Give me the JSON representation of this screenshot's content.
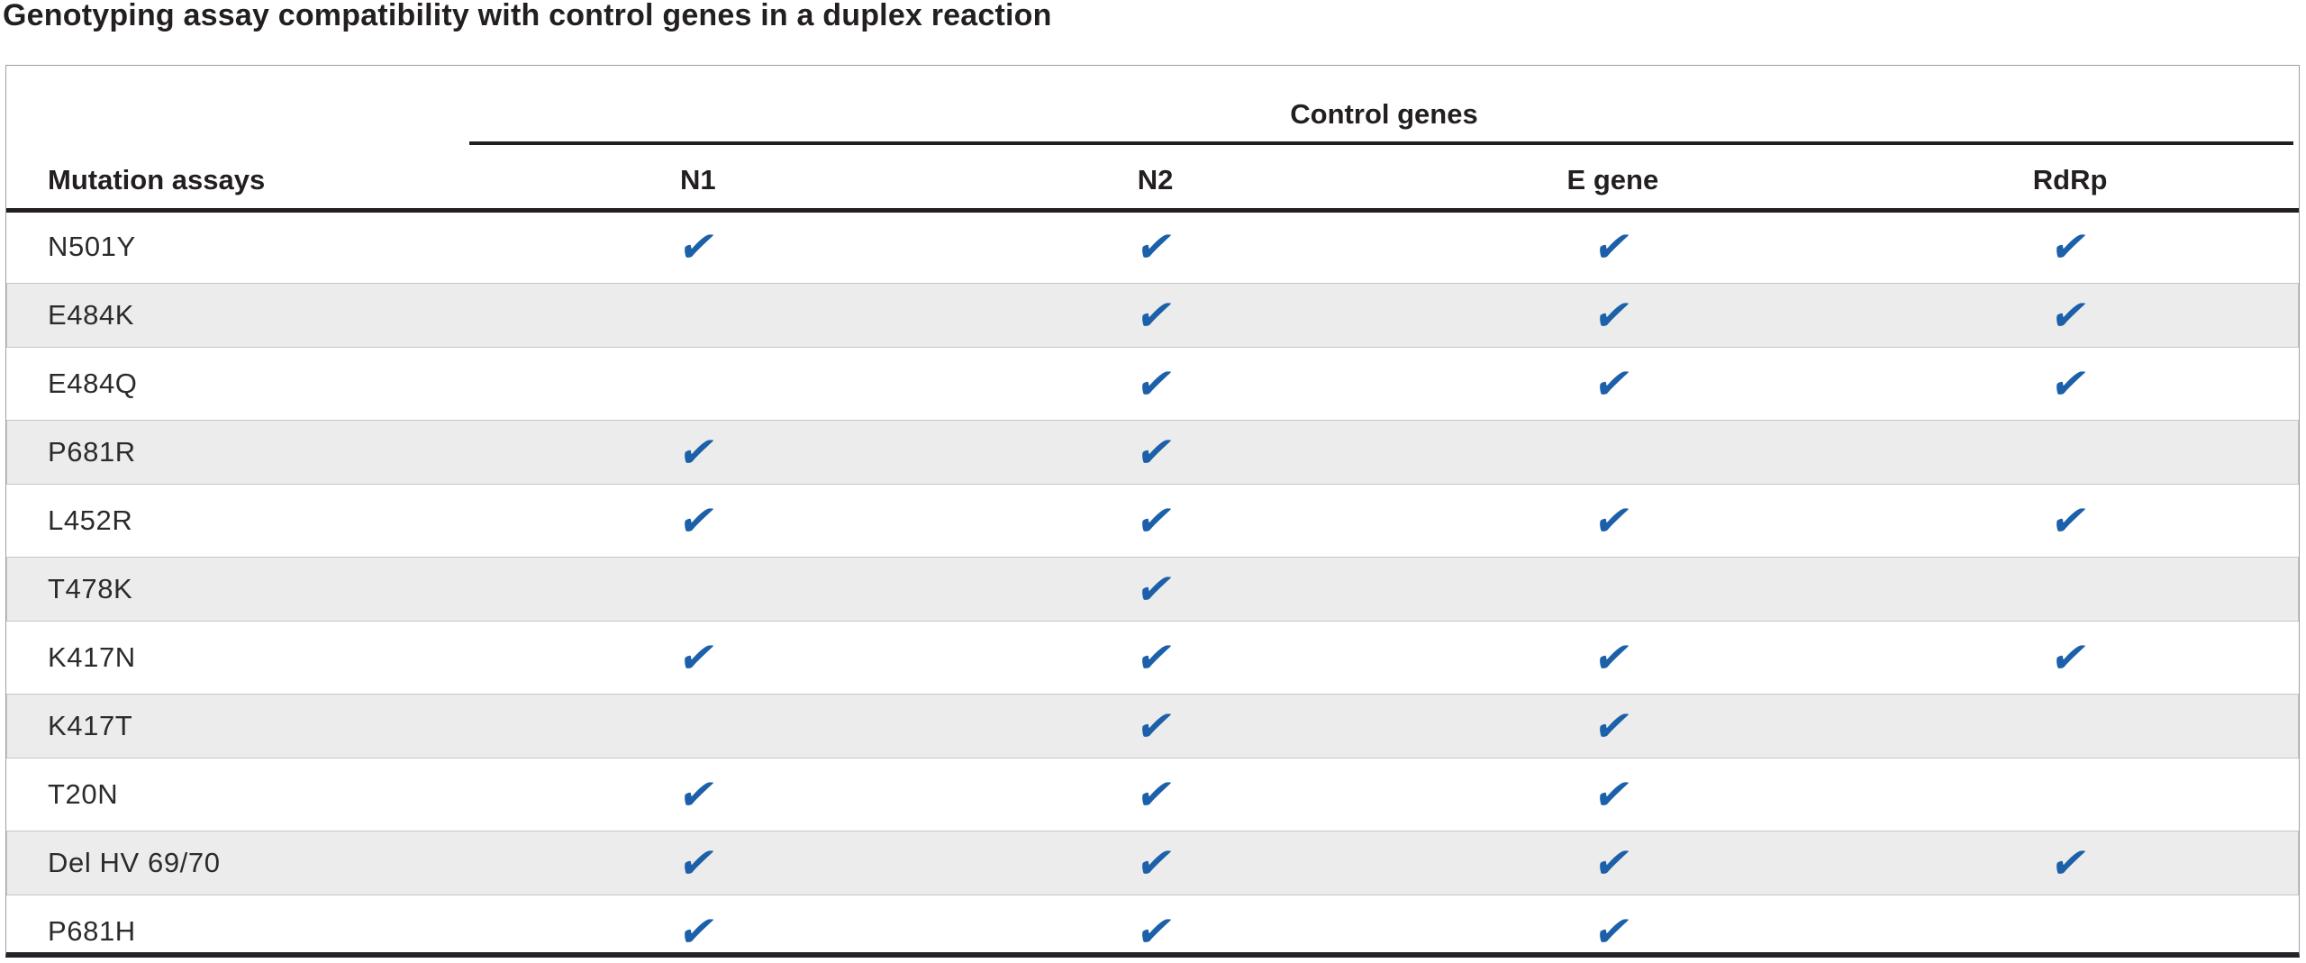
{
  "page": {
    "title": "Genotyping assay compatibility with control genes in a duplex reaction"
  },
  "table": {
    "group_header": "Control genes",
    "row_header": "Mutation assays",
    "columns": [
      "N1",
      "N2",
      "E gene",
      "RdRp"
    ],
    "check_glyph": "✔",
    "colors": {
      "check_blue": "#1b60a9",
      "shaded_row": "#ececec",
      "header_line": "#231f20",
      "bottom_bar": "#232329"
    },
    "rows": [
      {
        "assay": "N501Y",
        "checks": [
          true,
          true,
          true,
          true
        ]
      },
      {
        "assay": "E484K",
        "checks": [
          false,
          true,
          true,
          true
        ]
      },
      {
        "assay": "E484Q",
        "checks": [
          false,
          true,
          true,
          true
        ]
      },
      {
        "assay": "P681R",
        "checks": [
          true,
          true,
          false,
          false
        ]
      },
      {
        "assay": "L452R",
        "checks": [
          true,
          true,
          true,
          true
        ]
      },
      {
        "assay": "T478K",
        "checks": [
          false,
          true,
          false,
          false
        ]
      },
      {
        "assay": "K417N",
        "checks": [
          true,
          true,
          true,
          true
        ]
      },
      {
        "assay": "K417T",
        "checks": [
          false,
          true,
          true,
          false
        ]
      },
      {
        "assay": "T20N",
        "checks": [
          true,
          true,
          true,
          false
        ]
      },
      {
        "assay": "Del HV 69/70",
        "checks": [
          true,
          true,
          true,
          true
        ]
      },
      {
        "assay": "P681H",
        "checks": [
          true,
          true,
          true,
          false
        ]
      }
    ]
  }
}
